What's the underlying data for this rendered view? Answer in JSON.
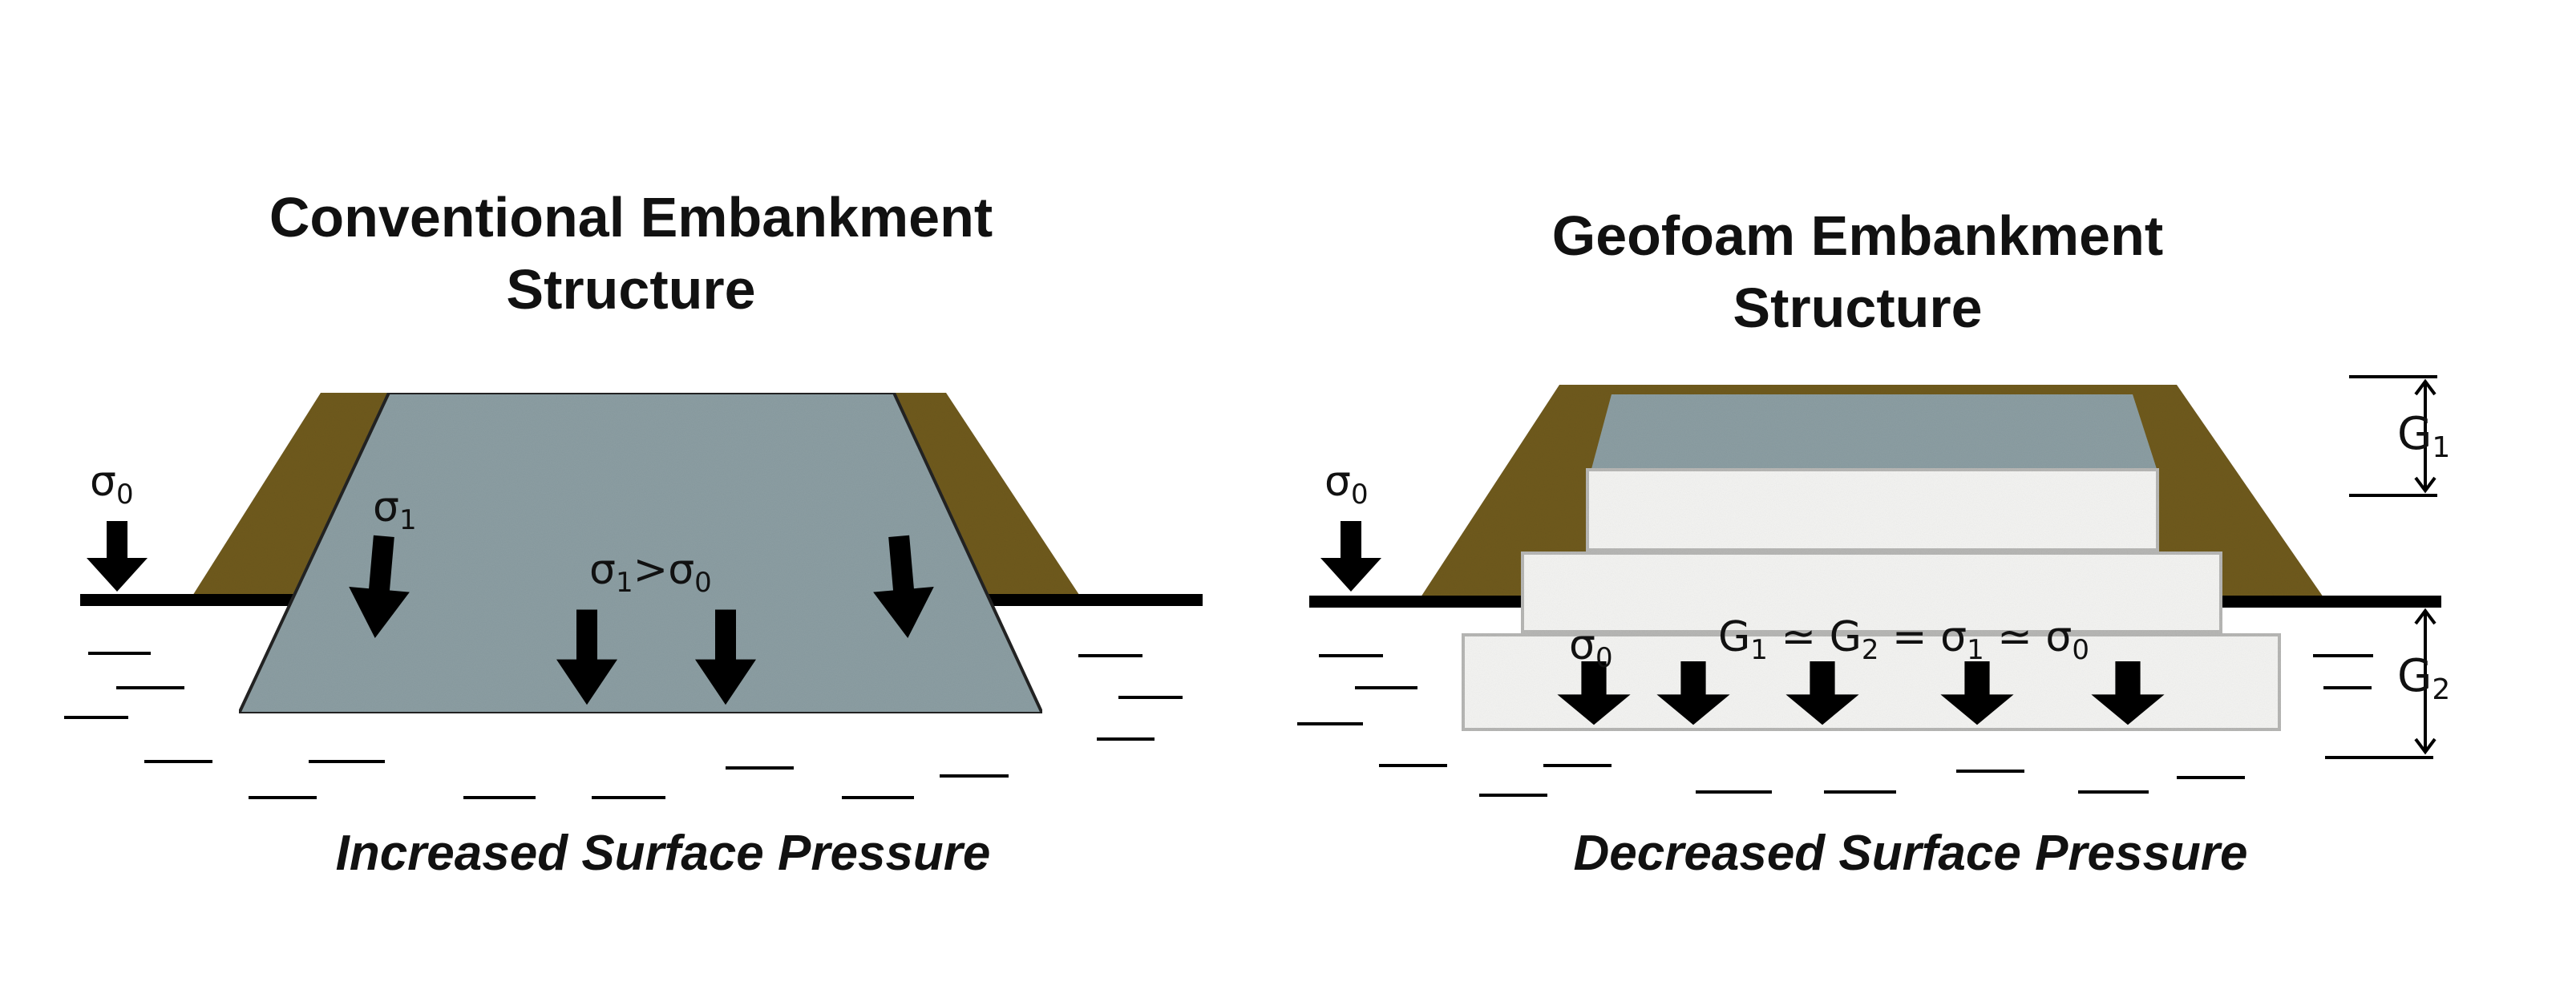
{
  "left_panel": {
    "title_line1": "Conventional Embankment",
    "title_line2": "Structure",
    "caption": "Increased Surface Pressure",
    "labels": {
      "sigma0": {
        "base": "σ",
        "sub": "0"
      },
      "sigma1": {
        "base": "σ",
        "sub": "1"
      },
      "comparison": {
        "a": "σ",
        "a_sub": "1",
        "op": ">",
        "b": "σ",
        "b_sub": "0"
      }
    }
  },
  "right_panel": {
    "title_line1": "Geofoam Embankment",
    "title_line2": "Structure",
    "caption": "Decreased Surface Pressure",
    "labels": {
      "sigma0_outside": {
        "base": "σ",
        "sub": "0"
      },
      "sigma0_inside": {
        "base": "σ",
        "sub": "0"
      },
      "relation": {
        "t1": "G",
        "s1": "1",
        "o1": " ≃ ",
        "t2": "G",
        "s2": "2",
        "o2": " = ",
        "t3": "σ",
        "s3": "1",
        "o3": " ≃ ",
        "t4": "σ",
        "s4": "0"
      },
      "g1": {
        "base": "G",
        "sub": "1"
      },
      "g2": {
        "base": "G",
        "sub": "2"
      }
    }
  },
  "colors": {
    "soil": "#6f5a1f",
    "fill": "#8c9ea3",
    "geofoam": "#f4f4f2",
    "geofoam_border": "#b7b7b5",
    "ground": "#000000",
    "ink": "#111111"
  }
}
